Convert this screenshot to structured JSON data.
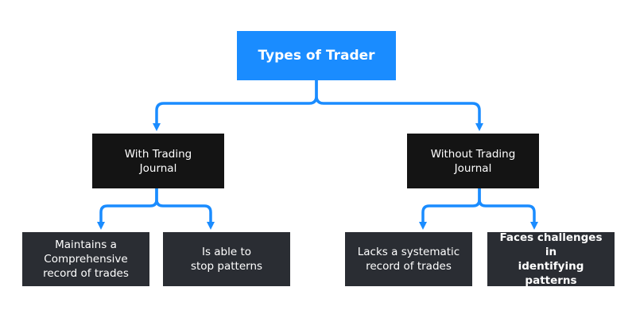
{
  "colors": {
    "accent": "#1a8cff",
    "root_fill": "#1a8cff",
    "mid_fill": "#141414",
    "leaf_fill": "#2a2d33",
    "text": "#ffffff"
  },
  "root": {
    "label": "Types of Trader"
  },
  "branches": [
    {
      "label": "With Trading\nJournal",
      "children": [
        "Maintains a\nComprehensive\nrecord of trades",
        "Is able to\nstop patterns"
      ]
    },
    {
      "label": "Without Trading\nJournal",
      "children": [
        "Lacks a systematic\nrecord of trades",
        "Faces challenges in\nidentifying patterns"
      ]
    }
  ]
}
